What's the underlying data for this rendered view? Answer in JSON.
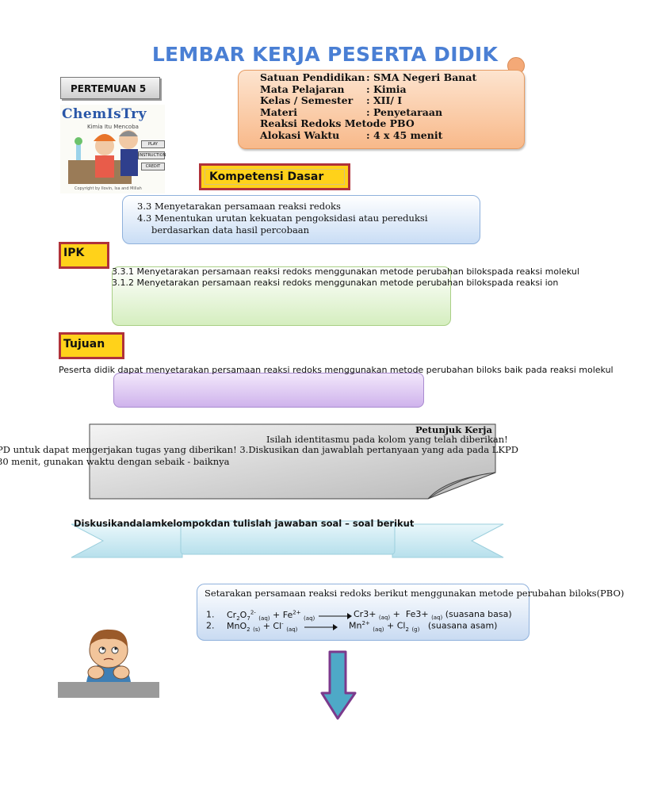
{
  "title": "LEMBAR KERJA PESERTA DIDIK",
  "meeting": "PERTEMUAN 5",
  "logo": {
    "word": "ChemIsTry",
    "subtitle": "Kimia Itu Mencoba",
    "buttons": [
      "PLAY",
      "INSTRUCTION",
      "CREDIT"
    ],
    "copyright": "Copyright by Ilovin, Isa and Millah"
  },
  "identity": [
    {
      "key": "Satuan Pendidikan",
      "value": ": SMA Negeri Banat"
    },
    {
      "key": "Mata Pelajaran",
      "value": ": Kimia"
    },
    {
      "key": "Kelas / Semester",
      "value": ": XII/ I"
    },
    {
      "key": "Materi",
      "value": ": Penyetaraan"
    },
    {
      "key": "Reaksi Redoks Metode PBO",
      "value": ""
    },
    {
      "key": "Alokasi Waktu",
      "value": ": 4 x 45 menit"
    }
  ],
  "kompetensi_dasar": {
    "label": "Kompetensi Dasar",
    "items": [
      "3.3 Menyetarakan persamaan reaksi redoks",
      "4.3 Menentukan urutan kekuatan pengoksidasi atau pereduksi",
      "berdasarkan data hasil percobaan"
    ]
  },
  "ipk": {
    "label": "IPK",
    "items": [
      "3.3.1 Menyetarakan persamaan reaksi redoks menggunakan metode perubahan bilokspada reaksi molekul",
      "3.1.2 Menyetarakan persamaan reaksi redoks menggunakan metode perubahan bilokspada reaksi ion"
    ]
  },
  "tujuan": {
    "label": "Tujuan",
    "text": "Peserta didik dapat menyetarakan persamaan reaksi redoks menggunakan metode perubahan biloks baik pada reaksi molekul"
  },
  "petunjuk": {
    "title": "Petunjuk Kerja",
    "line1": "Isilah identitasmu pada kolom yang telah diberikan!",
    "line2": "PD untuk dapat mengerjakan tugas yang diberikan! 3.Diskusikan dan jawablah pertanyaan yang ada pada LKPD",
    "line3": "80 menit, gunakan waktu dengan sebaik - baiknya"
  },
  "banner": "Diskusikandalamkelompokdan tulislah jawaban soal – soal berikut",
  "soal": {
    "instruction": "Setarakan persamaan reaksi redoks berikut menggunakan metode perubahan biloks(PBO)",
    "r1": {
      "num": "1.",
      "a": "Cr",
      "a_sub1": "2",
      "a_mid": "O",
      "a_sub2": "7",
      "a_sup": "2-",
      "a_state": "(aq)",
      "plus": "+",
      "b": "Fe",
      "b_sup": "2+",
      "b_state": "(aq)",
      "p1": "Cr3+",
      "p1_state": "(aq)",
      "p2": "Fe3+",
      "p2_state": "(aq)",
      "cond": "(suasana basa)"
    },
    "r2": {
      "num": "2.",
      "a": "MnO",
      "a_sub": "2",
      "a_state": "(s)",
      "plus": "+",
      "b": "Cl",
      "b_sup": "-",
      "b_state": "(aq)",
      "p1": "Mn",
      "p1_sup": "2+",
      "p1_state": "(aq)",
      "p2": "Cl",
      "p2_sub": "2",
      "p2_state": "(g)",
      "cond": "(suasana asam)"
    }
  },
  "colors": {
    "title": "#4a7fd4",
    "label_fill": "#ffd21a",
    "label_border": "#b0323a",
    "arrow_fill": "#4ea9c7",
    "arrow_border": "#7b3a8c"
  }
}
